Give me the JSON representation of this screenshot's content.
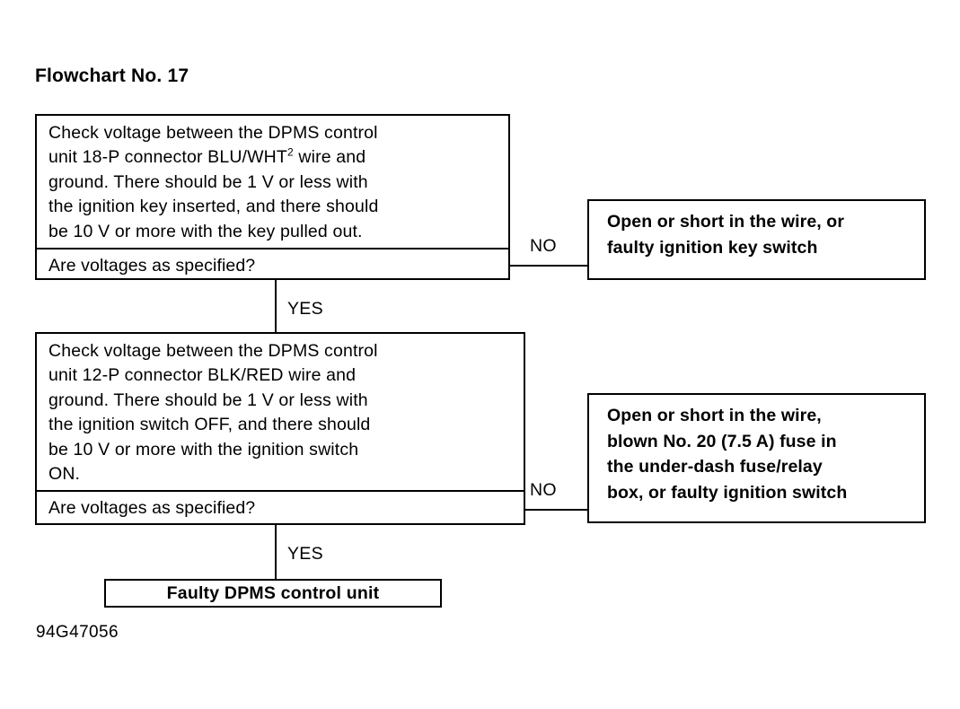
{
  "document": {
    "title": "Flowchart No. 17",
    "figure_code": "94G47056"
  },
  "flowchart": {
    "step1": {
      "body_lines": [
        "Check voltage between the DPMS control",
        "unit 18-P connector BLU/WHT",
        " wire and",
        "ground. There should be 1 V or less with",
        "the ignition key inserted, and there should",
        "be 10 V or more with the key pulled out."
      ],
      "superscript": "2",
      "question": "Are voltages as specified?",
      "no_label": "NO",
      "yes_label": "YES"
    },
    "result1": {
      "lines": [
        "Open or short in the wire, or",
        "faulty ignition key switch"
      ]
    },
    "step2": {
      "body_lines": [
        "Check voltage between the DPMS control",
        "unit 12-P connector BLK/RED wire and",
        "ground. There should be 1 V or less with",
        "the ignition switch OFF, and there should",
        "be 10 V or more with the ignition switch",
        "ON."
      ],
      "question": "Are voltages as specified?",
      "no_label": "NO",
      "yes_label": "YES"
    },
    "result2": {
      "lines": [
        "Open or short in the wire,",
        "blown No. 20 (7.5 A) fuse in",
        "the under-dash fuse/relay",
        "box, or faulty ignition switch"
      ]
    },
    "terminal": {
      "label": "Faulty DPMS control unit"
    }
  },
  "colors": {
    "ink": "#000000",
    "paper": "#ffffff"
  }
}
